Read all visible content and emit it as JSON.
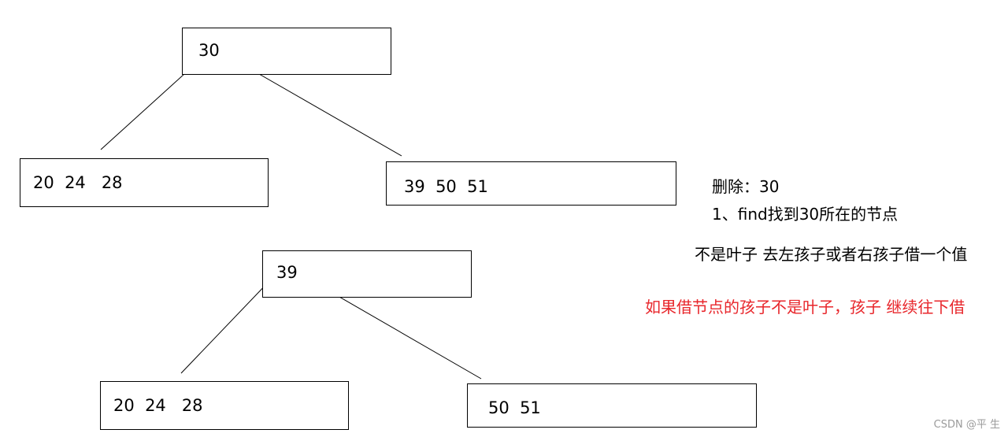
{
  "tree1": {
    "root": "30",
    "left": "20  24   28",
    "right": "39  50  51"
  },
  "tree2": {
    "root": "39",
    "left": "20  24   28",
    "right": "50  51"
  },
  "notes": {
    "delete": "删除：30",
    "step1": "1、find找到30所在的节点",
    "not_leaf": "不是叶子 去左孩子或者右孩子借一个值",
    "warning": "如果借节点的孩子不是叶子，孩子 继续往下借"
  },
  "colors": {
    "warning": "#e8262b"
  },
  "watermark": "CSDN @平  生"
}
